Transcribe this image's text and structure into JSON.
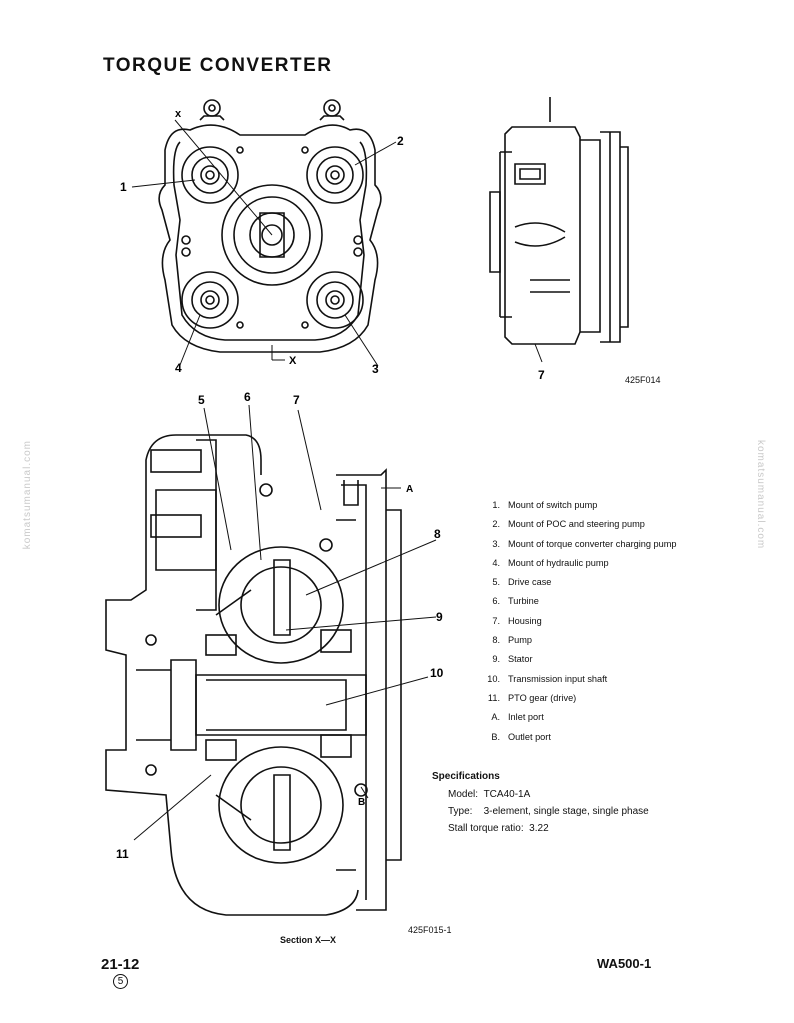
{
  "title": "TORQUE CONVERTER",
  "figure_codes": {
    "top": "425F014",
    "bottom": "425F015-1"
  },
  "section_label": "Section X—X",
  "top_callouts": [
    "1",
    "2",
    "3",
    "4",
    "7",
    "x",
    "X"
  ],
  "bottom_callouts": [
    "5",
    "6",
    "7",
    "8",
    "9",
    "10",
    "11",
    "A",
    "B"
  ],
  "legend": [
    {
      "key": "1.",
      "text": "Mount of switch pump"
    },
    {
      "key": "2.",
      "text": "Mount of POC and steering pump"
    },
    {
      "key": "3.",
      "text": "Mount of torque converter charging pump"
    },
    {
      "key": "4.",
      "text": "Mount of hydraulic pump"
    },
    {
      "key": "5.",
      "text": "Drive case"
    },
    {
      "key": "6.",
      "text": "Turbine"
    },
    {
      "key": "7.",
      "text": "Housing"
    },
    {
      "key": "8.",
      "text": "Pump"
    },
    {
      "key": "9.",
      "text": "Stator"
    },
    {
      "key": "10.",
      "text": "Transmission input shaft"
    },
    {
      "key": "11.",
      "text": "PTO gear (drive)"
    },
    {
      "key": "A.",
      "text": "Inlet port"
    },
    {
      "key": "B.",
      "text": "Outlet port"
    }
  ],
  "specifications": {
    "heading": "Specifications",
    "model_label": "Model:",
    "model_value": "TCA40-1A",
    "type_label": "Type:",
    "type_value": "3-element, single stage, single phase",
    "stall_label": "Stall torque ratio:",
    "stall_value": "3.22"
  },
  "footer": {
    "page": "21-12",
    "revision": "5",
    "model": "WA500-1"
  },
  "watermark": "komatsumanual.com"
}
